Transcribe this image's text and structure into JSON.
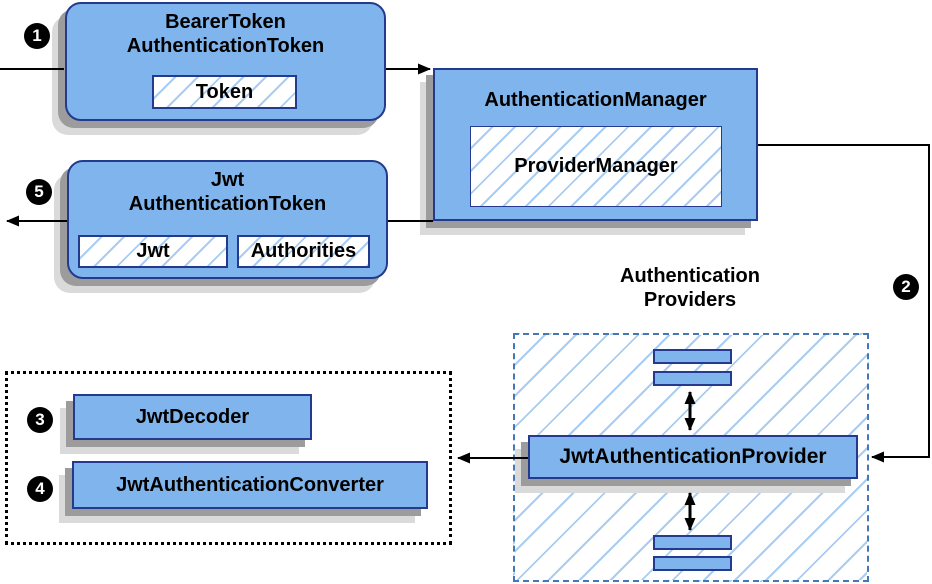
{
  "colors": {
    "node_fill": "#7fb5ec",
    "node_border": "#233a8f",
    "hatch": "#a9cdf2",
    "dashed_border": "#4576b5",
    "shadow_dark": "#9c9c9c",
    "shadow_light": "#dadada",
    "line": "#000000"
  },
  "badges": {
    "n1": "1",
    "n2": "2",
    "n3": "3",
    "n4": "4",
    "n5": "5"
  },
  "nodes": {
    "bearer_token": {
      "line1": "BearerToken",
      "line2": "AuthenticationToken",
      "chip": "Token"
    },
    "auth_manager": {
      "title": "AuthenticationManager",
      "chip": "ProviderManager"
    },
    "jwt_token": {
      "line1": "Jwt",
      "line2": "AuthenticationToken",
      "chip1": "Jwt",
      "chip2": "Authorities"
    },
    "providers_group": {
      "heading_line1": "Authentication",
      "heading_line2": "Providers",
      "provider": "JwtAuthenticationProvider"
    },
    "decoder_group": {
      "decoder": "JwtDecoder",
      "converter": "JwtAuthenticationConverter"
    }
  }
}
